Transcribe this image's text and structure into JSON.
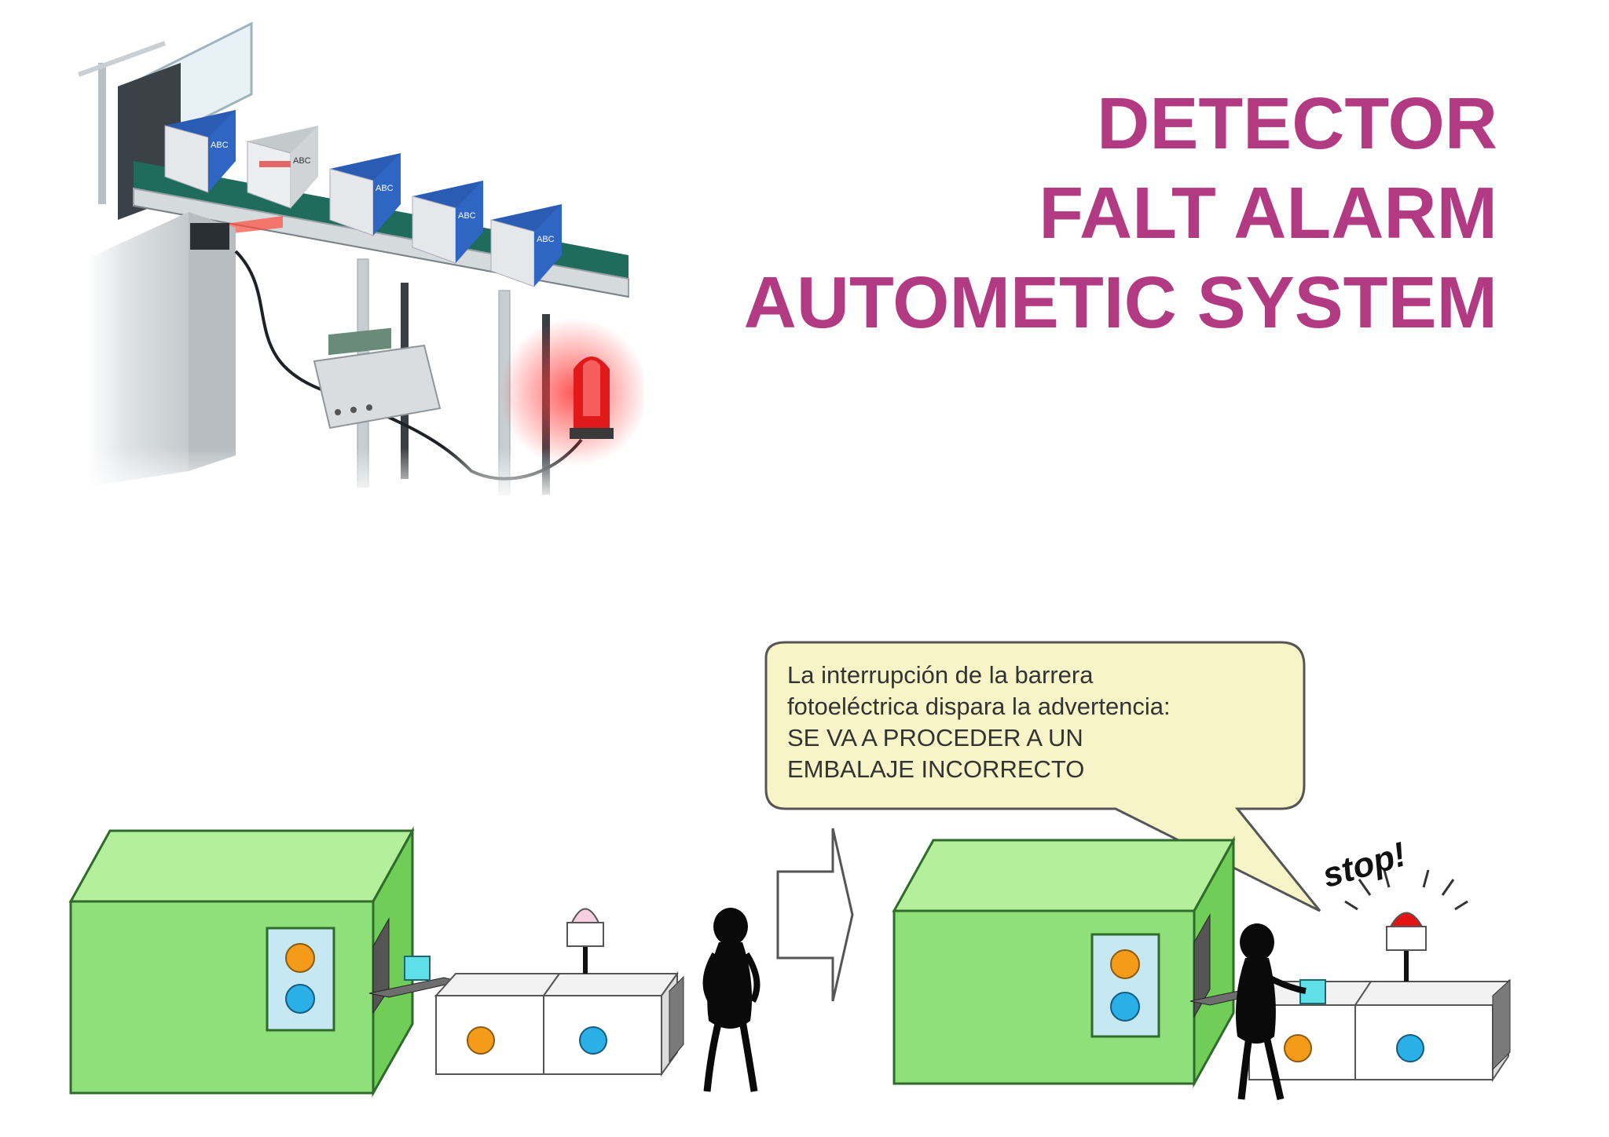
{
  "title": {
    "line1": "DETECTOR",
    "line2": "FALT ALARM",
    "line3": "AUTOMETIC SYSTEM",
    "color": "#b23a83"
  },
  "machine_illustration": {
    "box_labels": [
      "ABC",
      "ABC",
      "ABC",
      "ABC",
      "ABC"
    ],
    "alarm_color": "#e01a1a"
  },
  "cartoon": {
    "speech_lines": [
      "La interrupción de la barrera",
      "fotoeléctrica dispara la advertencia:",
      "SE VA A PROCEDER A UN",
      "EMBALAJE INCORRECTO"
    ],
    "stop_text": "stop!",
    "colors": {
      "machine_green": "#8fe07a",
      "speech_fill": "#f7f5c8",
      "orange_button": "#f59b1a",
      "blue_button": "#2ab0e6",
      "beam_red": "#e53020",
      "lamp_pink": "#f6cfe0",
      "lamp_red": "#e51414"
    }
  }
}
